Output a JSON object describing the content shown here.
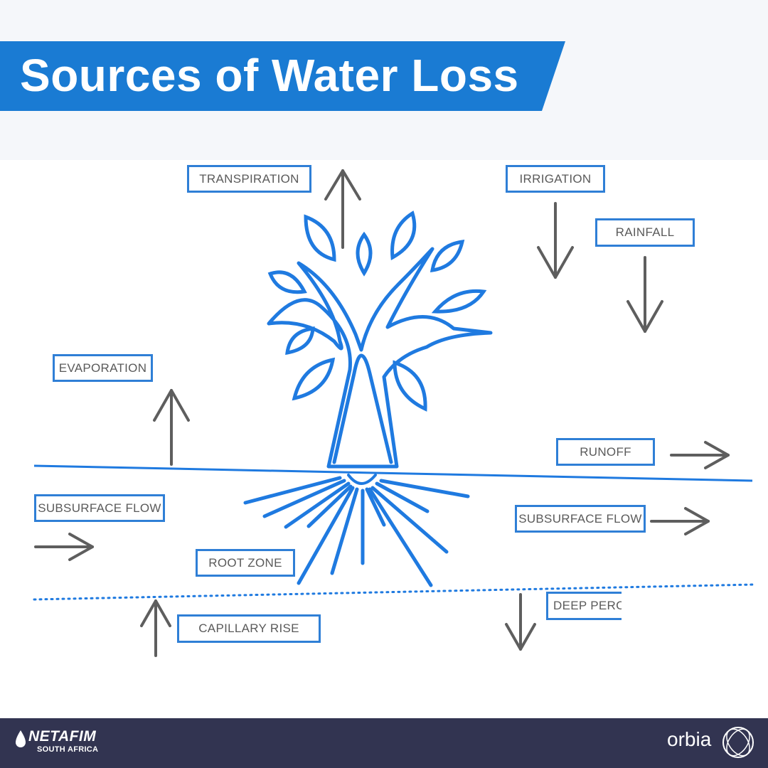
{
  "title": "Sources of Water Loss",
  "colors": {
    "banner_blue": "#1a7bd3",
    "tree_blue": "#1f7ae0",
    "arrow_gray": "#5e5e5e",
    "footer_navy": "#323451"
  },
  "labels": {
    "transpiration": "TRANSPIRATION",
    "irrigation": "IRRIGATION",
    "rainfall": "RAINFALL",
    "evaporation": "EVAPORATION",
    "runoff": "RUNOFF",
    "subsurface_flow_left": "SUBSURFACE FLOW",
    "subsurface_flow_right": "SUBSURFACE FLOW",
    "root_zone": "ROOT ZONE",
    "capillary_rise": "CAPILLARY RISE",
    "deep_percolation": "DEEP PERC"
  },
  "footer": {
    "brand_left": "NETAFIM",
    "brand_left_sub": "SOUTH AFRICA",
    "brand_right": "orbia"
  },
  "icons": {
    "arrow_up": "arrow-up-icon",
    "arrow_down": "arrow-down-icon",
    "arrow_right": "arrow-right-icon",
    "tree": "tree-icon"
  }
}
